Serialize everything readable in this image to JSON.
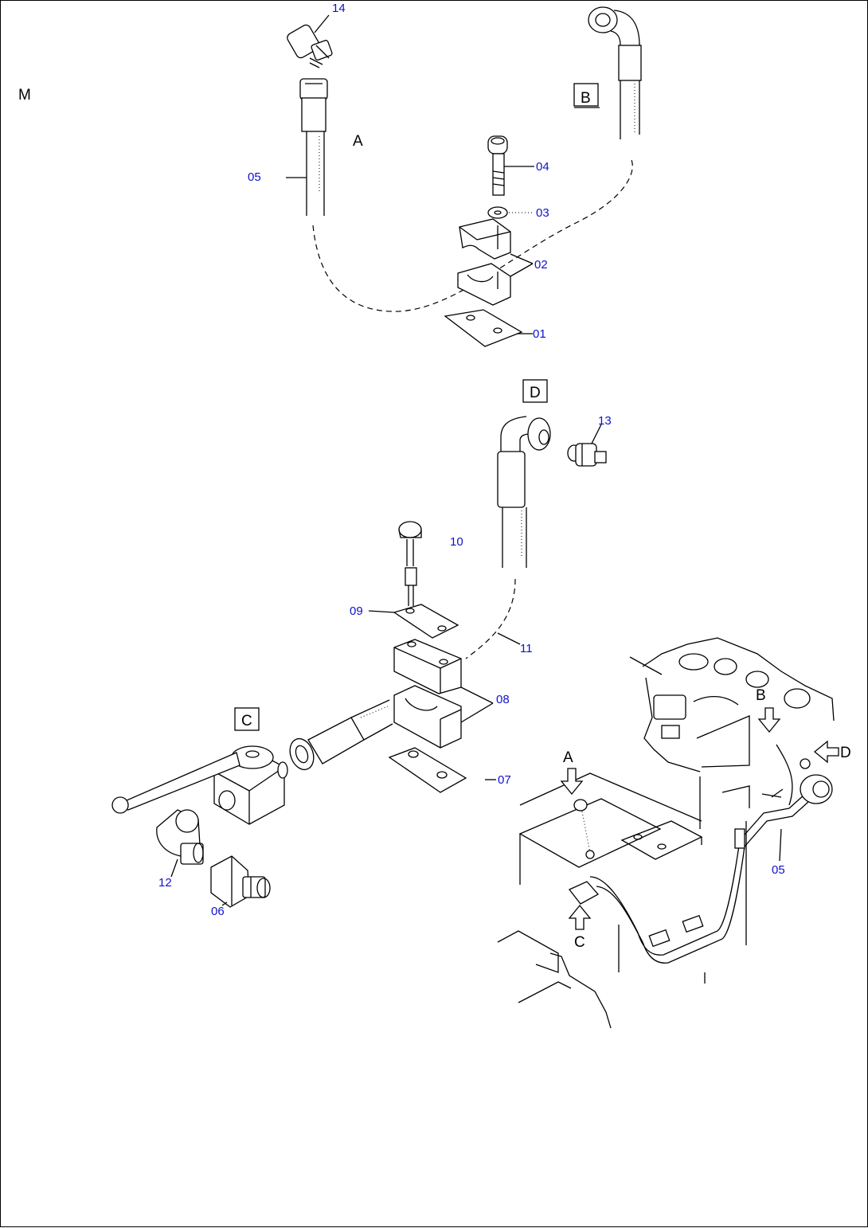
{
  "colors": {
    "callout": "#1010cc",
    "line": "#000000",
    "background": "#ffffff"
  },
  "group_letter": "M",
  "view_labels": {
    "A_top": "A",
    "B_top": "B",
    "D_mid": "D",
    "C_left": "C",
    "A_machine": "A",
    "B_machine": "B",
    "C_machine": "C",
    "D_machine": "D"
  },
  "callouts": {
    "p14": "14",
    "p05_top": "05",
    "p04": "04",
    "p03": "03",
    "p02": "02",
    "p01": "01",
    "p13": "13",
    "p10": "10",
    "p09": "09",
    "p11": "11",
    "p08": "08",
    "p07": "07",
    "p12": "12",
    "p06": "06",
    "p05_machine": "05"
  }
}
